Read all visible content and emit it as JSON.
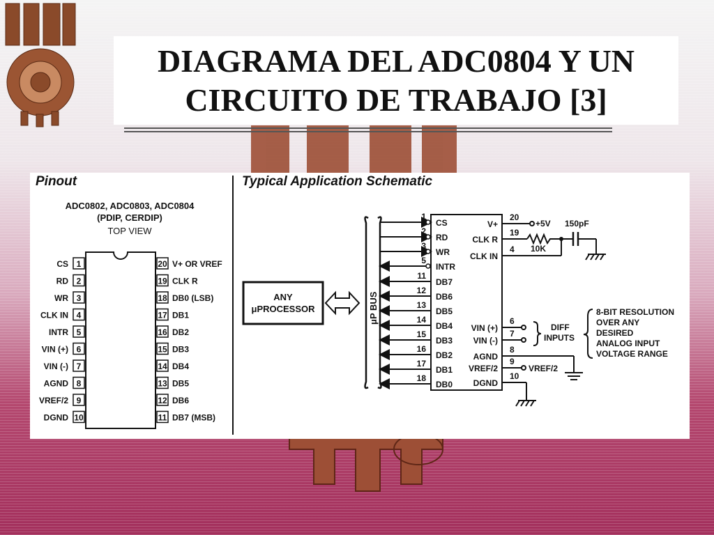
{
  "slide": {
    "title_line1": "DIAGRAMA DEL ADC0804 Y UN",
    "title_line2": "CIRCUITO DE TRABAJO [3]"
  },
  "pinout": {
    "heading": "Pinout",
    "part_line1": "ADC0802, ADC0803, ADC0804",
    "part_line2": "(PDIP, CERDIP)",
    "view": "TOP VIEW",
    "left_pins": [
      {
        "num": "1",
        "label": "CS"
      },
      {
        "num": "2",
        "label": "RD"
      },
      {
        "num": "3",
        "label": "WR"
      },
      {
        "num": "4",
        "label": "CLK IN"
      },
      {
        "num": "5",
        "label": "INTR"
      },
      {
        "num": "6",
        "label": "VIN (+)"
      },
      {
        "num": "7",
        "label": "VIN (-)"
      },
      {
        "num": "8",
        "label": "AGND"
      },
      {
        "num": "9",
        "label": "VREF/2"
      },
      {
        "num": "10",
        "label": "DGND"
      }
    ],
    "right_pins": [
      {
        "num": "20",
        "label": "V+ OR VREF"
      },
      {
        "num": "19",
        "label": "CLK R"
      },
      {
        "num": "18",
        "label": "DB0 (LSB)"
      },
      {
        "num": "17",
        "label": "DB1"
      },
      {
        "num": "16",
        "label": "DB2"
      },
      {
        "num": "15",
        "label": "DB3"
      },
      {
        "num": "14",
        "label": "DB4"
      },
      {
        "num": "13",
        "label": "DB5"
      },
      {
        "num": "12",
        "label": "DB6"
      },
      {
        "num": "11",
        "label": "DB7 (MSB)"
      }
    ]
  },
  "schematic": {
    "heading": "Typical Application Schematic",
    "processor_line1": "ANY",
    "processor_line2": "μPROCESSOR",
    "bus_label": "μP BUS",
    "left_pins": [
      {
        "num": "1",
        "label": "CS"
      },
      {
        "num": "2",
        "label": "RD"
      },
      {
        "num": "3",
        "label": "WR"
      },
      {
        "num": "5",
        "label": "INTR"
      },
      {
        "num": "11",
        "label": "DB7"
      },
      {
        "num": "12",
        "label": "DB6"
      },
      {
        "num": "13",
        "label": "DB5"
      },
      {
        "num": "14",
        "label": "DB4"
      },
      {
        "num": "15",
        "label": "DB3"
      },
      {
        "num": "16",
        "label": "DB2"
      },
      {
        "num": "17",
        "label": "DB1"
      },
      {
        "num": "18",
        "label": "DB0"
      }
    ],
    "right_pins": [
      {
        "num": "20",
        "label": "V+"
      },
      {
        "num": "19",
        "label": "CLK R"
      },
      {
        "num": "4",
        "label": "CLK IN"
      },
      {
        "num": "6",
        "label": "VIN (+)"
      },
      {
        "num": "7",
        "label": "VIN (-)"
      },
      {
        "num": "8",
        "label": "AGND"
      },
      {
        "num": "9",
        "label": "VREF/2"
      },
      {
        "num": "10",
        "label": "DGND"
      }
    ],
    "supply": "+5V",
    "capacitor": "150pF",
    "resistor": "10K",
    "vref_label": "VREF/2",
    "diff_line1": "DIFF",
    "diff_line2": "INPUTS",
    "note_lines": [
      "8-BIT RESOLUTION",
      "OVER ANY",
      "DESIRED",
      "ANALOG INPUT",
      "VOLTAGE RANGE"
    ]
  }
}
